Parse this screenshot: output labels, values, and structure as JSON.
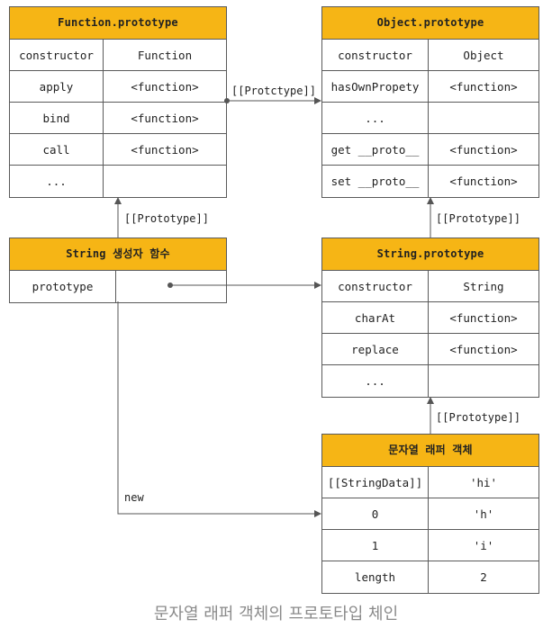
{
  "function_prototype": {
    "title": "Function.prototype",
    "rows": [
      {
        "key": "constructor",
        "value": "Function"
      },
      {
        "key": "apply",
        "value": "<function>"
      },
      {
        "key": "bind",
        "value": "<function>"
      },
      {
        "key": "call",
        "value": "<function>"
      },
      {
        "key": "...",
        "value": ""
      }
    ]
  },
  "object_prototype": {
    "title": "Object.prototype",
    "rows": [
      {
        "key": "constructor",
        "value": "Object"
      },
      {
        "key": "hasOwnPropety",
        "value": "<function>"
      },
      {
        "key": "...",
        "value": ""
      },
      {
        "key": "get __proto__",
        "value": "<function>"
      },
      {
        "key": "set __proto__",
        "value": "<function>"
      }
    ]
  },
  "string_constructor": {
    "title": "String 생성자 함수",
    "rows": [
      {
        "key": "prototype",
        "value": ""
      }
    ]
  },
  "string_prototype": {
    "title": "String.prototype",
    "rows": [
      {
        "key": "constructor",
        "value": "String"
      },
      {
        "key": "charAt",
        "value": "<function>"
      },
      {
        "key": "replace",
        "value": "<function>"
      },
      {
        "key": "...",
        "value": ""
      }
    ]
  },
  "wrapper_object": {
    "title": "문자열 래퍼 객체",
    "rows": [
      {
        "key": "[[StringData]]",
        "value": "'hi'"
      },
      {
        "key": "0",
        "value": "'h'"
      },
      {
        "key": "1",
        "value": "'i'"
      },
      {
        "key": "length",
        "value": "2"
      }
    ]
  },
  "labels": {
    "function_to_object": "[[Protctype]]",
    "string_ctor_to_function": "[[Prototype]]",
    "string_proto_to_object": "[[Prototype]]",
    "wrapper_to_string_proto": "[[Prototype]]",
    "new": "new"
  },
  "caption": "문자열 래퍼 객체의 프로토타입 체인",
  "colors": {
    "header": "#f6b515",
    "border": "#5a5a5a",
    "caption": "#8a8a8a"
  }
}
